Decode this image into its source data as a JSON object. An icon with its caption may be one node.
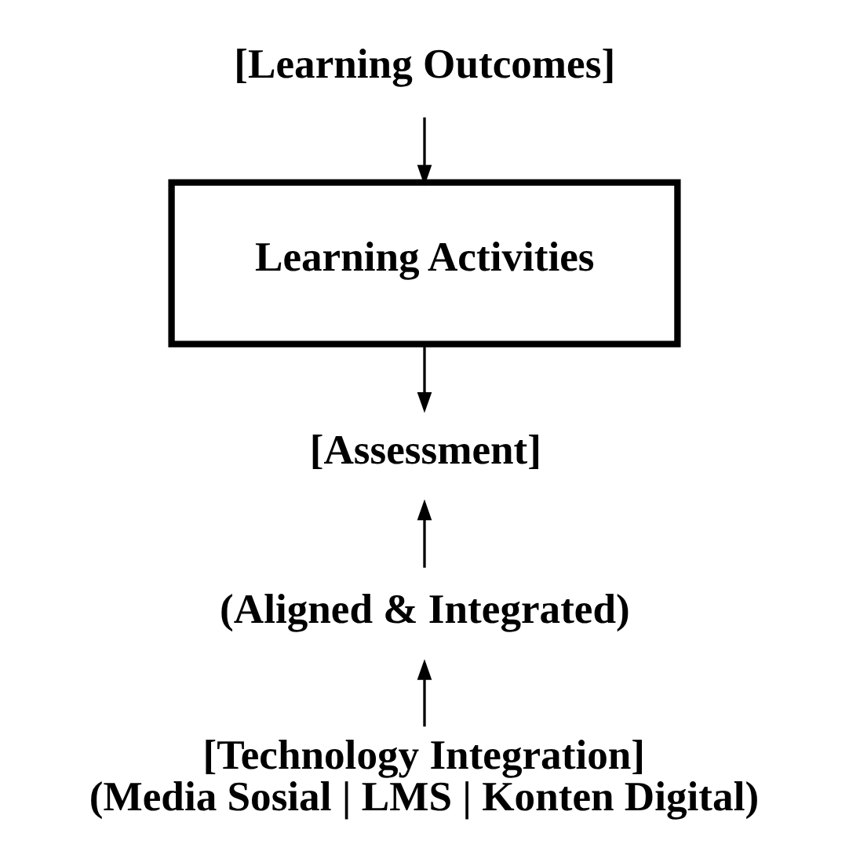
{
  "diagram": {
    "nodes": [
      {
        "text": [
          "[Learning Outcomes]"
        ]
      },
      {
        "text": [
          "Learning Activities"
        ]
      },
      {
        "text": [
          "[Assessment]"
        ]
      },
      {
        "text": [
          "(Aligned & Integrated)"
        ]
      },
      {
        "text": [
          "[Technology Integration]",
          "(Media Sosial | LMS | Konten Digital)"
        ]
      }
    ],
    "edges": [
      {
        "from": 0,
        "to": 1,
        "arrow": "to"
      },
      {
        "from": 1,
        "to": 2,
        "arrow": "to"
      },
      {
        "from": 3,
        "to": 2,
        "arrow": "to"
      },
      {
        "from": 4,
        "to": 3,
        "arrow": "to"
      }
    ]
  }
}
